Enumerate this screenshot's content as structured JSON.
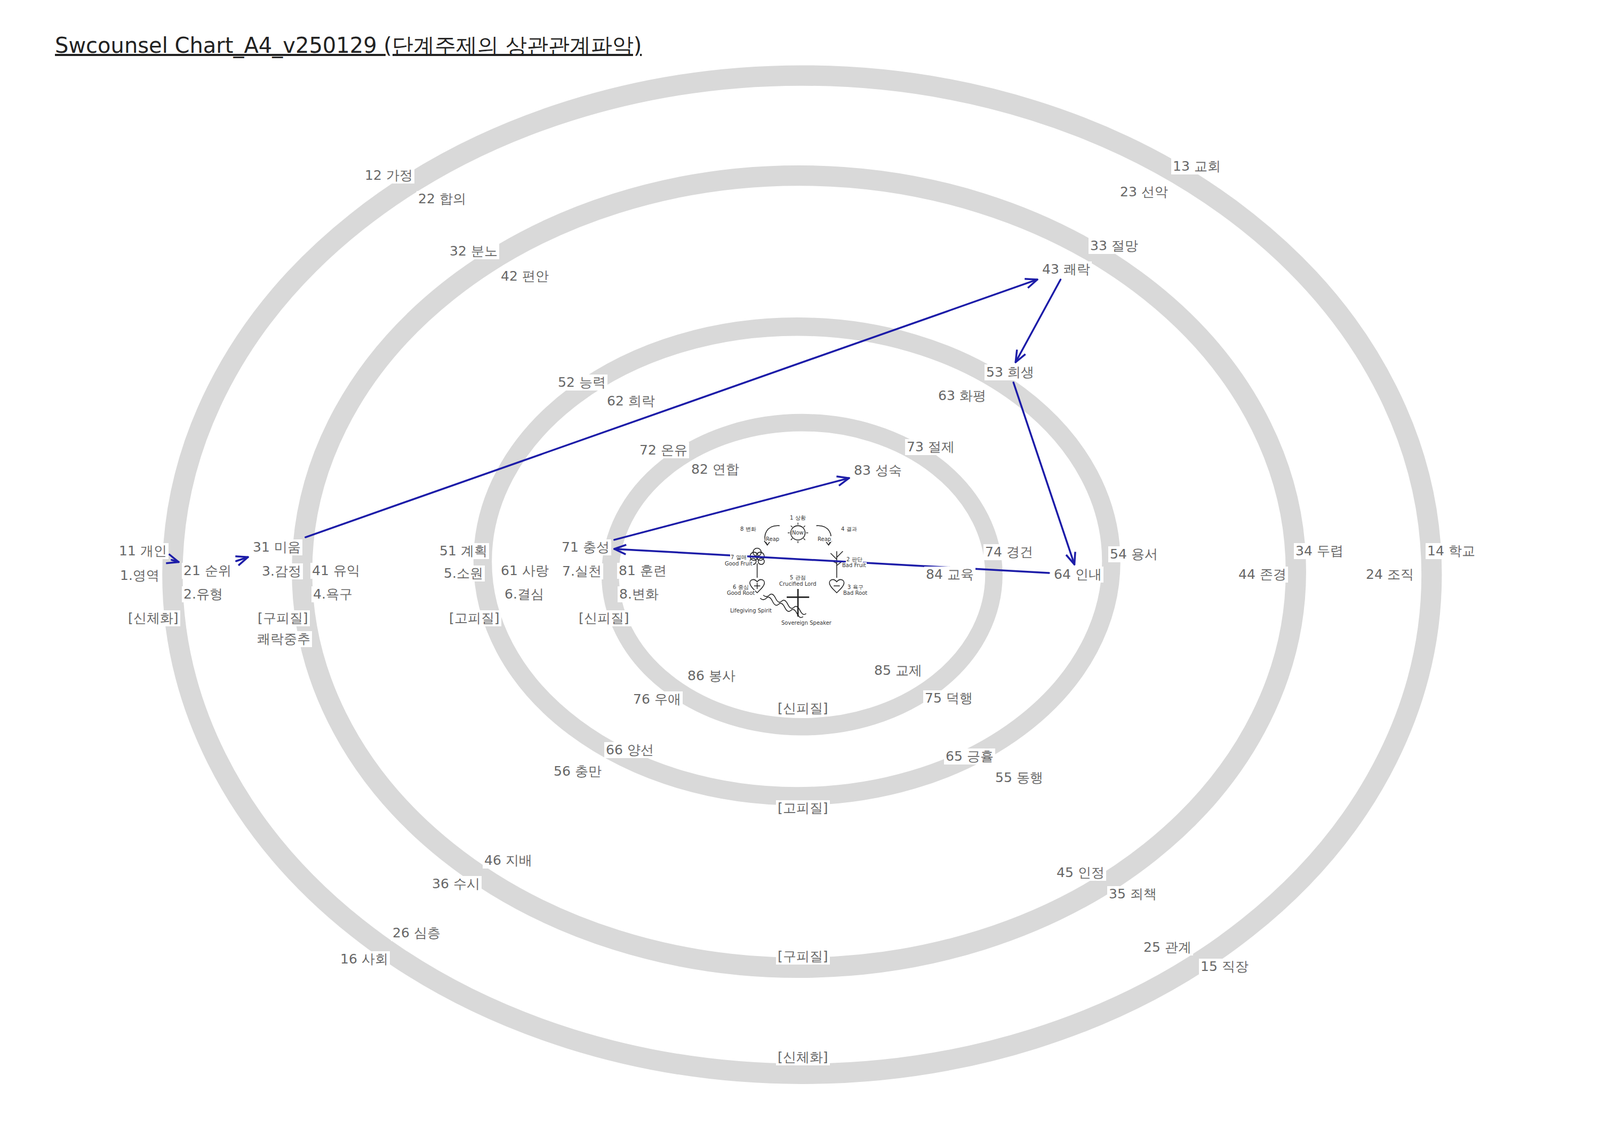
{
  "diagram": {
    "title": "Swcounsel Chart_A4_v250129 (단계주제의 상관관계파악)",
    "nodes": [
      {
        "text": [
          "11 개인"
        ]
      },
      {
        "text": [
          "21 순위"
        ]
      },
      {
        "text": [
          "31 미움"
        ]
      },
      {
        "text": [
          "43 쾌락"
        ]
      },
      {
        "text": [
          "53 희생"
        ]
      },
      {
        "text": [
          "64 인내"
        ]
      },
      {
        "text": [
          "71 충성"
        ]
      },
      {
        "text": [
          "83 성숙"
        ]
      }
    ],
    "edges": [
      {
        "from": 0,
        "to": 1,
        "arrow": "to"
      },
      {
        "from": 1,
        "to": 2,
        "arrow": "to"
      },
      {
        "from": 2,
        "to": 3,
        "arrow": "to"
      },
      {
        "from": 3,
        "to": 4,
        "arrow": "to"
      },
      {
        "from": 4,
        "to": 5,
        "arrow": "to"
      },
      {
        "from": 5,
        "to": 6,
        "arrow": "to"
      },
      {
        "from": 6,
        "to": 7,
        "arrow": "to"
      }
    ],
    "labels": [
      "12 가정",
      "22 합의",
      "13 교회",
      "23 선악",
      "32 분노",
      "33 절망",
      "42 편안",
      "52 능력",
      "62 희락",
      "63 화평",
      "72 온유",
      "73 절제",
      "82 연합",
      "1.영역",
      "2.유형",
      "3.감정",
      "41 유익",
      "4.욕구",
      "51 계획",
      "5.소원",
      "61 사랑",
      "6.결심",
      "7.실천",
      "81 훈련",
      "8.변화",
      "74 경건",
      "84 교육",
      "54 용서",
      "44 존경",
      "34 두렵",
      "24 조직",
      "14 학교",
      "[신체화]",
      "[구피질]",
      "쾌락중추",
      "[고피질]",
      "[신피질]",
      "86 봉사",
      "85 교제",
      "76 우애",
      "75 덕행",
      "[신피질]",
      "66 양선",
      "65 긍휼",
      "56 충만",
      "55 동행",
      "[고피질]",
      "46 지배",
      "36 수시",
      "45 인정",
      "35 죄책",
      "26 심층",
      "16 사회",
      "25 관계",
      "15 직장",
      "[구피질]",
      "[신체화]",
      "1 상황",
      "8 변화",
      "4 결과",
      "Now",
      "Reap",
      "Reap",
      "7 열매",
      "Good Fruit",
      "2 판단",
      "Bad Fruit",
      "6 중심",
      "Good Root",
      "5 관점",
      "Crucified Lord",
      "3 욕구",
      "Bad Root",
      "Lifegiving Spirit",
      "Sovereign Speaker"
    ]
  }
}
